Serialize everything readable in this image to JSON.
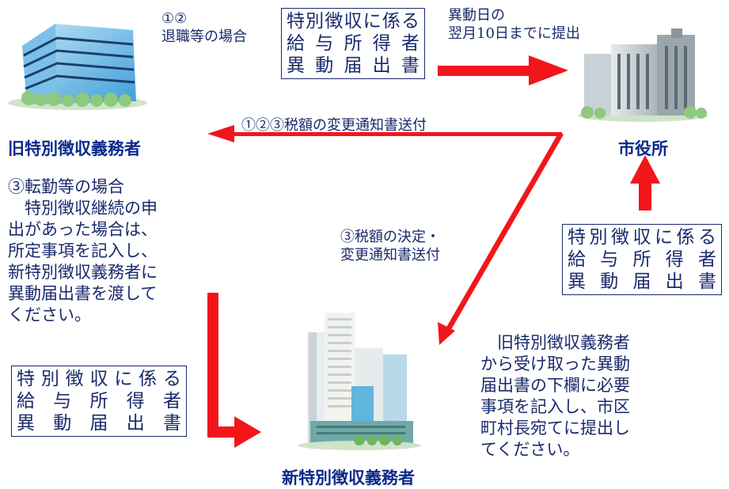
{
  "colors": {
    "text": "#1a2a6c",
    "arrow": "#f2161b",
    "org": "#0a2a8a"
  },
  "form_label": {
    "line1": "特別徴収に係る",
    "line2": "給与所得者",
    "line3": "異動届出書"
  },
  "labels": {
    "retire_case": {
      "line1": "①②",
      "line2": "退職等の場合"
    },
    "deadline": {
      "line1": "異動日の",
      "line2": "翌月10日までに提出"
    },
    "notice_old": "①②③税額の変更通知書送付",
    "notice_new": {
      "line1": "③税額の決定・",
      "line2": "変更通知書送付"
    }
  },
  "orgs": {
    "old": "旧特別徴収義務者",
    "city": "市役所",
    "new": "新特別徴収義務者"
  },
  "transfer_note": [
    "③転勤等の場合",
    "　特別徴収継続の申",
    "出があった場合は、",
    "所定事項を記入し、",
    "新特別徴収義務者に",
    "異動届出書を渡して",
    "ください。"
  ],
  "new_note": [
    "　旧特別徴収義務者",
    "から受け取った異動",
    "届出書の下欄に必要",
    "事項を記入し、市区",
    "町村長宛てに提出し",
    "てください。"
  ],
  "icons": [
    "old-office-building-icon",
    "city-hall-building-icon",
    "new-office-buildings-icon"
  ]
}
